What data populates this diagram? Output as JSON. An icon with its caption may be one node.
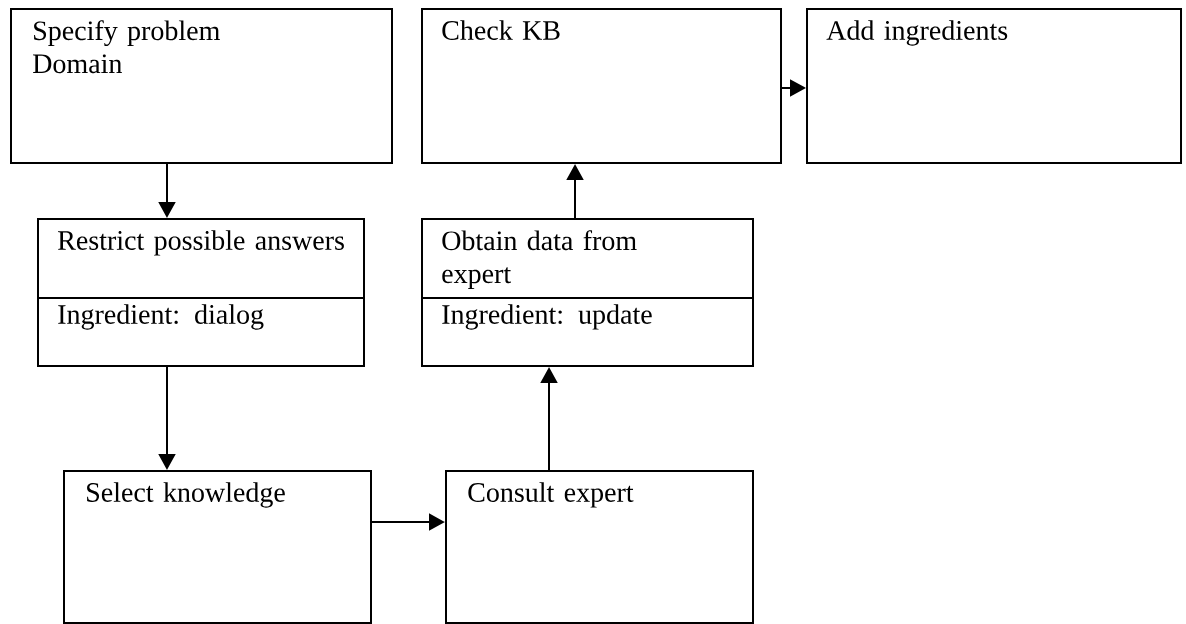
{
  "diagram": {
    "nodes": [
      {
        "text": [
          "Specify problem Domain"
        ]
      },
      {
        "text": [
          "Check KB"
        ]
      },
      {
        "text": [
          "Add ingredients"
        ]
      },
      {
        "text": [
          "Restrict possible answers",
          "Ingredient: dialog"
        ]
      },
      {
        "text": [
          "Obtain data from expert",
          "Ingredient: update"
        ]
      },
      {
        "text": [
          "Select knowledge"
        ]
      },
      {
        "text": [
          "Consult expert"
        ]
      }
    ],
    "edges": [
      {
        "from": 0,
        "to": 3,
        "arrow": "to"
      },
      {
        "from": 3,
        "to": 5,
        "arrow": "to"
      },
      {
        "from": 5,
        "to": 6,
        "arrow": "to"
      },
      {
        "from": 6,
        "to": 4,
        "arrow": "to"
      },
      {
        "from": 4,
        "to": 1,
        "arrow": "to"
      },
      {
        "from": 1,
        "to": 2,
        "arrow": "to"
      }
    ]
  }
}
